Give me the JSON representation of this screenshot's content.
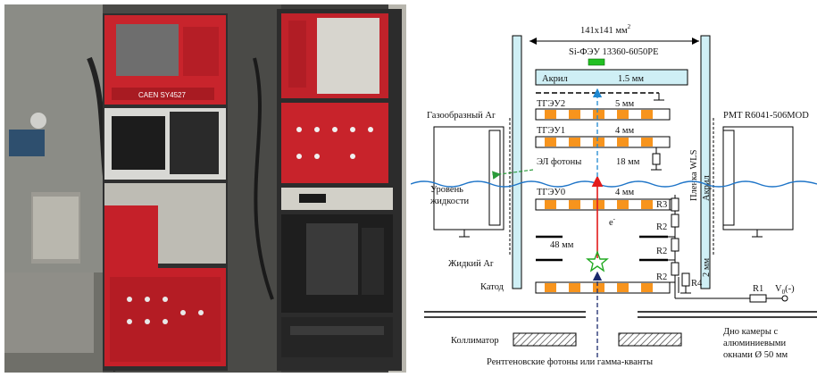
{
  "photo": {
    "caen_label": "CAEN SY4527"
  },
  "diagram": {
    "size_label": "141x141 мм",
    "size_sup": "2",
    "sipm_label": "Si-ФЭУ 13360-6050PE",
    "acrylic_top": "Акрил",
    "acrylic_thickness": "1.5 мм",
    "gas_label": "Газообразный Ar",
    "pmt_label": "PMT R6041-506MOD",
    "wls_label": "Пленка WLS",
    "acrylic_side": "Акрил",
    "gem2": "ТГЭУ2",
    "gem2_gap": "5 мм",
    "gem1": "ТГЭУ1",
    "gem1_gap": "4 мм",
    "el_photons": "ЭЛ фотоны",
    "el_gap": "18 мм",
    "level_line1": "Уровень",
    "level_line2": "жидкости",
    "gem0": "ТГЭУ0",
    "gem0_gap": "4 мм",
    "electron": "e",
    "electron_sup": "-",
    "drift_gap": "48 мм",
    "liquid_label": "Жидкий Ar",
    "side_gap": "2 мм",
    "cathode": "Катод",
    "r1": "R1",
    "r2a": "R2",
    "r2b": "R2",
    "r2c": "R2",
    "r3": "R3",
    "r4": "R4",
    "v0": "V",
    "v0_sub": "0",
    "v0_sign": "(-)",
    "collimator": "Коллиматор",
    "bottom_line1": "Дно камеры с",
    "bottom_line2": "алюминиевыми",
    "bottom_line3": "окнами Ø 50 мм",
    "xray_label": "Рентгеновские фотоны или гамма-кванты"
  }
}
